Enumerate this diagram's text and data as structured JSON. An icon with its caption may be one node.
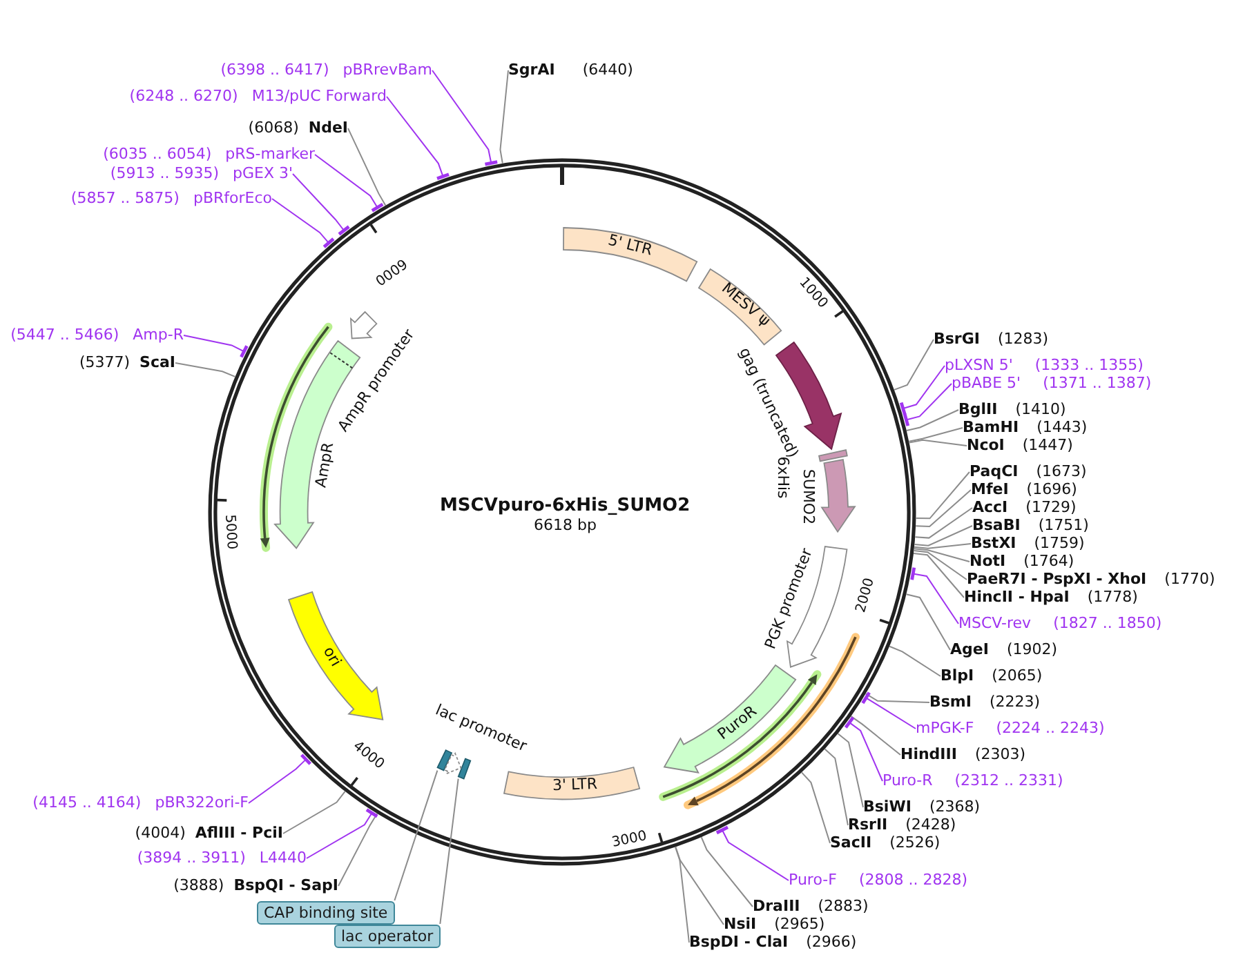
{
  "diagram": {
    "title": "MSCVpuro-6xHis_SUMO2",
    "nodes": [
      {
        "text": [
          "5' LTR"
        ]
      },
      {
        "text": [
          "MESV ψ"
        ]
      },
      {
        "text": [
          "gag (truncated)"
        ]
      },
      {
        "text": [
          "6xHis"
        ]
      },
      {
        "text": [
          "SUMO2"
        ]
      },
      {
        "text": [
          "PGK promoter"
        ]
      },
      {
        "text": [
          "PuroR"
        ]
      },
      {
        "text": [
          "3' LTR"
        ]
      },
      {
        "text": [
          "lac promoter"
        ]
      },
      {
        "text": [
          "ori"
        ]
      },
      {
        "text": [
          "AmpR"
        ]
      },
      {
        "text": [
          "AmpR promoter"
        ]
      },
      {
        "text": [],
        "shape": "bar"
      },
      {
        "text": [],
        "shape": "bar"
      },
      {
        "text": [
          "SgrAI",
          "(6440)"
        ]
      },
      {
        "text": [
          "BsrGI",
          "(1283)"
        ]
      },
      {
        "text": [
          "pLXSN 5'",
          "(1333 .. 1355)"
        ]
      },
      {
        "text": [
          "pBABE 5'",
          "(1371 .. 1387)"
        ]
      },
      {
        "text": [
          "BglII",
          "(1410)"
        ]
      },
      {
        "text": [
          "BamHI",
          "(1443)"
        ]
      },
      {
        "text": [
          "NcoI",
          "(1447)"
        ]
      },
      {
        "text": [
          "PaqCI",
          "(1673)"
        ]
      },
      {
        "text": [
          "MfeI",
          "(1696)"
        ]
      },
      {
        "text": [
          "AccI",
          "(1729)"
        ]
      },
      {
        "text": [
          "BsaBI",
          "(1751)"
        ]
      },
      {
        "text": [
          "BstXI",
          "(1759)"
        ]
      },
      {
        "text": [
          "NotI",
          "(1764)"
        ]
      },
      {
        "text": [
          "PaeR7I - PspXI - XhoI",
          "(1770)"
        ]
      },
      {
        "text": [
          "HincII - HpaI",
          "(1778)"
        ]
      },
      {
        "text": [
          "MSCV-rev",
          "(1827 .. 1850)"
        ]
      },
      {
        "text": [
          "AgeI",
          "(1902)"
        ]
      },
      {
        "text": [
          "BlpI",
          "(2065)"
        ]
      },
      {
        "text": [
          "BsmI",
          "(2223)"
        ]
      },
      {
        "text": [
          "mPGK-F",
          "(2224 .. 2243)"
        ]
      },
      {
        "text": [
          "HindIII",
          "(2303)"
        ]
      },
      {
        "text": [
          "Puro-R",
          "(2312 .. 2331)"
        ]
      },
      {
        "text": [
          "BsiWI",
          "(2368)"
        ]
      },
      {
        "text": [
          "RsrII",
          "(2428)"
        ]
      },
      {
        "text": [
          "SacII",
          "(2526)"
        ]
      },
      {
        "text": [
          "Puro-F",
          "(2808 .. 2828)"
        ]
      },
      {
        "text": [
          "DraIII",
          "(2883)"
        ]
      },
      {
        "text": [
          "NsiI",
          "(2965)"
        ]
      },
      {
        "text": [
          "BspDI - ClaI",
          "(2966)"
        ]
      },
      {
        "text": [
          "lac operator"
        ]
      },
      {
        "text": [
          "CAP binding site"
        ]
      },
      {
        "text": [
          "(3888)",
          "BspQI - SapI"
        ]
      },
      {
        "text": [
          "(3894 .. 3911)",
          "L4440"
        ]
      },
      {
        "text": [
          "(4004)",
          "AflIII - PciI"
        ]
      },
      {
        "text": [
          "(4145 .. 4164)",
          "pBR322ori-F"
        ]
      },
      {
        "text": [
          "(5377)",
          "ScaI"
        ]
      },
      {
        "text": [
          "(5447 .. 5466)",
          "Amp-R"
        ]
      },
      {
        "text": [
          "(5857 .. 5875)",
          "pBRforEco"
        ]
      },
      {
        "text": [
          "(5913 .. 5935)",
          "pGEX 3'"
        ]
      },
      {
        "text": [
          "(6035 .. 6054)",
          "pRS-marker"
        ]
      },
      {
        "text": [
          "(6068)",
          "NdeI"
        ]
      },
      {
        "text": [
          "(6248 .. 6270)",
          "M13/pUC Forward"
        ]
      },
      {
        "text": [
          "(6398 .. 6417)",
          "pBRrevBam"
        ]
      }
    ],
    "edges": [
      {
        "from": 14,
        "to": null,
        "arrow": "none"
      },
      {
        "from": 15,
        "to": null,
        "arrow": "none"
      },
      {
        "from": 16,
        "to": null,
        "arrow": "other",
        "color": "#a034f0"
      },
      {
        "from": 17,
        "to": null,
        "arrow": "other",
        "color": "#a034f0"
      },
      {
        "from": 18,
        "to": null,
        "arrow": "none"
      },
      {
        "from": 19,
        "to": null,
        "arrow": "none"
      },
      {
        "from": 20,
        "to": null,
        "arrow": "none"
      },
      {
        "from": 21,
        "to": null,
        "arrow": "none"
      },
      {
        "from": 22,
        "to": null,
        "arrow": "none"
      },
      {
        "from": 23,
        "to": null,
        "arrow": "none"
      },
      {
        "from": 24,
        "to": null,
        "arrow": "none"
      },
      {
        "from": 25,
        "to": null,
        "arrow": "none"
      },
      {
        "from": 26,
        "to": null,
        "arrow": "none"
      },
      {
        "from": 27,
        "to": null,
        "arrow": "none"
      },
      {
        "from": 28,
        "to": null,
        "arrow": "none"
      },
      {
        "from": 29,
        "to": null,
        "arrow": "other",
        "color": "#a034f0"
      },
      {
        "from": 30,
        "to": null,
        "arrow": "none"
      },
      {
        "from": 31,
        "to": null,
        "arrow": "none"
      },
      {
        "from": 32,
        "to": null,
        "arrow": "none"
      },
      {
        "from": 33,
        "to": null,
        "arrow": "other",
        "color": "#a034f0"
      },
      {
        "from": 34,
        "to": null,
        "arrow": "none"
      },
      {
        "from": 35,
        "to": null,
        "arrow": "other",
        "color": "#a034f0"
      },
      {
        "from": 36,
        "to": null,
        "arrow": "none"
      },
      {
        "from": 37,
        "to": null,
        "arrow": "none"
      },
      {
        "from": 38,
        "to": null,
        "arrow": "none"
      },
      {
        "from": 39,
        "to": null,
        "arrow": "other",
        "color": "#a034f0"
      },
      {
        "from": 40,
        "to": null,
        "arrow": "none"
      },
      {
        "from": 41,
        "to": null,
        "arrow": "none"
      },
      {
        "from": 42,
        "to": null,
        "arrow": "none"
      },
      {
        "from": 43,
        "to": 13,
        "arrow": "none"
      },
      {
        "from": 44,
        "to": 12,
        "arrow": "none"
      },
      {
        "from": 45,
        "to": null,
        "arrow": "none"
      },
      {
        "from": 46,
        "to": null,
        "arrow": "other",
        "color": "#a034f0"
      },
      {
        "from": 47,
        "to": null,
        "arrow": "none"
      },
      {
        "from": 48,
        "to": null,
        "arrow": "other",
        "color": "#a034f0"
      },
      {
        "from": 49,
        "to": null,
        "arrow": "none"
      },
      {
        "from": 50,
        "to": null,
        "arrow": "other",
        "color": "#a034f0"
      },
      {
        "from": 51,
        "to": null,
        "arrow": "other",
        "color": "#a034f0"
      },
      {
        "from": 52,
        "to": null,
        "arrow": "other",
        "color": "#a034f0"
      },
      {
        "from": 53,
        "to": null,
        "arrow": "other",
        "color": "#a034f0"
      },
      {
        "from": 54,
        "to": null,
        "arrow": "none"
      },
      {
        "from": 55,
        "to": null,
        "arrow": "other",
        "color": "#a034f0"
      },
      {
        "from": 56,
        "to": null,
        "arrow": "other",
        "color": "#a034f0"
      }
    ],
    "labels": [
      "6618 bp",
      "1000",
      "2000",
      "3000",
      "4000",
      "5000",
      "6000"
    ]
  }
}
